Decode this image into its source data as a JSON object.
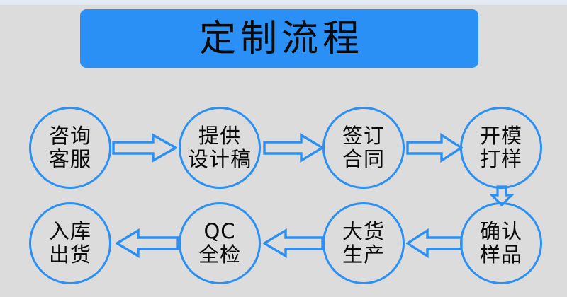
{
  "title": {
    "text": "定制流程",
    "banner_color": "#2b90f5",
    "text_color": "#0a0a0a"
  },
  "theme": {
    "background": "#dcdcdc",
    "accent": "#2b90f5",
    "top_strip": "#e3eaf1"
  },
  "flow": {
    "row1": [
      {
        "line1": "咨询",
        "line2": "客服"
      },
      {
        "line1": "提供",
        "line2": "设计稿"
      },
      {
        "line1": "签订",
        "line2": "合同"
      },
      {
        "line1": "开模",
        "line2": "打样"
      }
    ],
    "row2": [
      {
        "line1": "入库",
        "line2": "出货"
      },
      {
        "line1": "QC",
        "line2": "全检"
      },
      {
        "line1": "大货",
        "line2": "生产"
      },
      {
        "line1": "确认",
        "line2": "样品"
      }
    ],
    "connectors": [
      {
        "name": "arrow-right-1",
        "direction": "right"
      },
      {
        "name": "arrow-right-2",
        "direction": "right"
      },
      {
        "name": "arrow-right-3",
        "direction": "right"
      },
      {
        "name": "arrow-down-1",
        "direction": "down"
      },
      {
        "name": "arrow-left-1",
        "direction": "left"
      },
      {
        "name": "arrow-left-2",
        "direction": "left"
      },
      {
        "name": "arrow-left-3",
        "direction": "left"
      }
    ]
  }
}
